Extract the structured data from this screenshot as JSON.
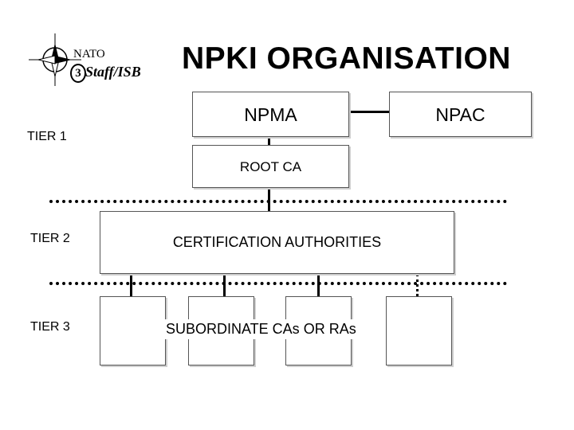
{
  "logo": {
    "nato": "NATO",
    "c3": "3",
    "staff": "Staff/ISB",
    "icon": "compass-rose-icon"
  },
  "title": "NPKI ORGANISATION",
  "tiers": {
    "tier1": "TIER 1",
    "tier2": "TIER 2",
    "tier3": "TIER 3"
  },
  "boxes": {
    "npma": "NPMA",
    "npac": "NPAC",
    "root_ca": "ROOT CA",
    "certification_authorities": "CERTIFICATION AUTHORITIES",
    "subordinate": "SUBORDINATE CAs OR RAs"
  }
}
